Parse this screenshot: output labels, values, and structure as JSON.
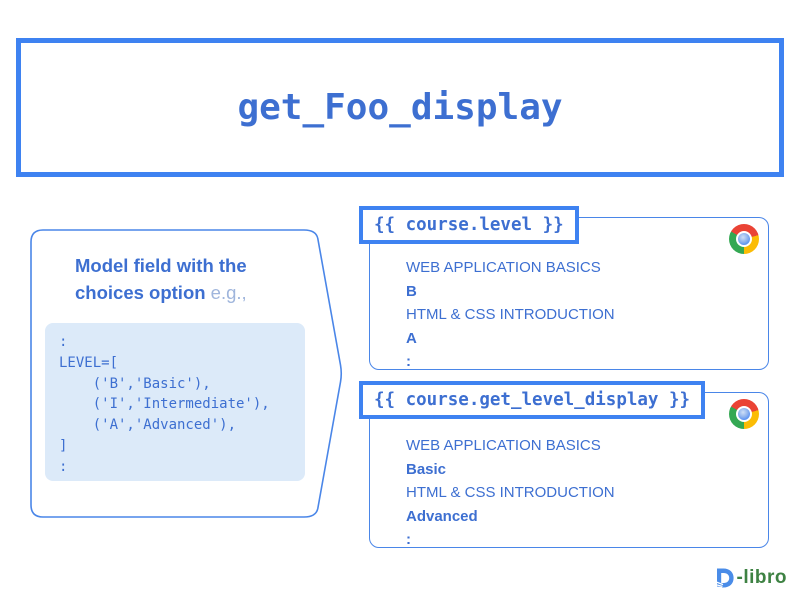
{
  "title_banner": {
    "text": "get_Foo_display"
  },
  "left_panel": {
    "heading": "Model field with the choices option",
    "heading_suffix": " e.g.,",
    "code_lines": [
      ":",
      "LEVEL=[",
      "    ('B','Basic'),",
      "    ('I','Intermediate'),",
      "    ('A','Advanced'),",
      "]",
      ":"
    ]
  },
  "outputs": [
    {
      "label": "{{ course.level }}",
      "browser_icon": "chrome-icon",
      "lines": [
        {
          "text": "WEB APPLICATION BASICS",
          "style": "normal"
        },
        {
          "text": "B",
          "style": "bold"
        },
        {
          "text": "HTML & CSS INTRODUCTION",
          "style": "normal"
        },
        {
          "text": "A",
          "style": "bold"
        },
        {
          "text": ":",
          "style": "bold"
        }
      ]
    },
    {
      "label": "{{ course.get_level_display }}",
      "browser_icon": "chrome-icon",
      "lines": [
        {
          "text": "WEB APPLICATION BASICS",
          "style": "normal"
        },
        {
          "text": "Basic",
          "style": "bold"
        },
        {
          "text": "HTML & CSS INTRODUCTION",
          "style": "normal"
        },
        {
          "text": "Advanced",
          "style": "bold"
        },
        {
          "text": ":",
          "style": "bold"
        }
      ]
    }
  ],
  "logo": {
    "name": "D-libro",
    "text": "-libro"
  },
  "colors": {
    "accent_strong": "#3E82F1",
    "accent_border": "#4A86E8",
    "text_blue": "#3D6FD1",
    "muted_blue": "#9FB5DC",
    "code_bg": "#DCEAF9",
    "logo_green": "#3E8243",
    "logo_blue": "#4A8CE8",
    "chrome_red": "#EA4335",
    "chrome_yellow": "#FBBC05",
    "chrome_green": "#34A853",
    "chrome_blue": "#4C8BF5"
  }
}
